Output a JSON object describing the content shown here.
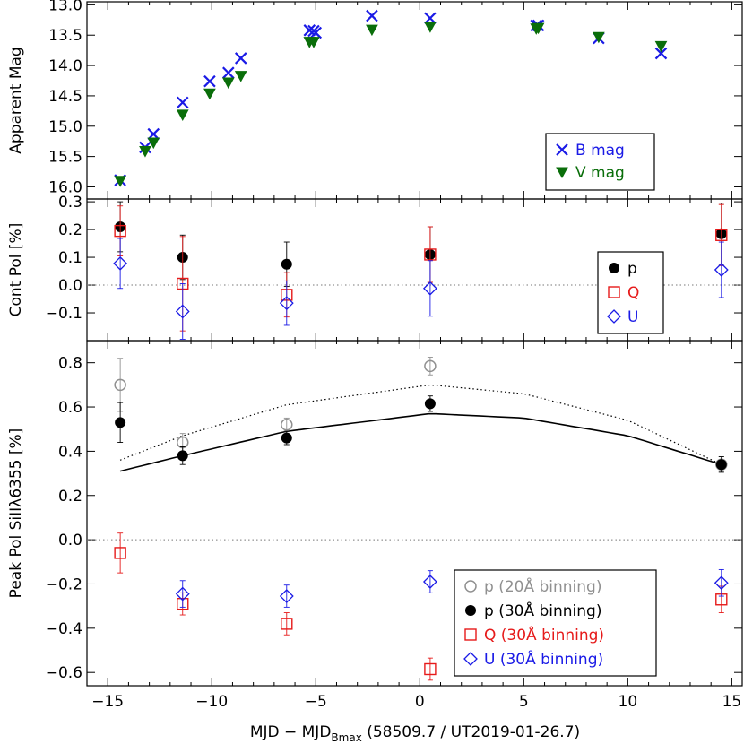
{
  "x_axis": {
    "label_prefix": "MJD − MJD",
    "label_sub": "Bmax",
    "label_suffix": " (58509.7 / UT2019-01-26.7)",
    "range": [
      -16,
      15.5
    ],
    "ticks": [
      -15,
      -10,
      -5,
      0,
      5,
      10,
      15
    ]
  },
  "colors": {
    "blue": "#1a1ae6",
    "green": "#0a6e0a",
    "red": "#e61a1a",
    "gray": "#909090",
    "black": "#000000"
  },
  "chart_data": [
    {
      "type": "scatter",
      "ylabel": "Apparent Mag",
      "ylim": [
        16.2,
        12.95
      ],
      "yticks": [
        13.0,
        13.5,
        14.0,
        14.5,
        15.0,
        15.5,
        16.0
      ],
      "legend_position": "bottom-right",
      "series": [
        {
          "name": "B mag",
          "marker": "x",
          "color": "#1a1ae6",
          "x": [
            -14.4,
            -13.2,
            -12.8,
            -11.4,
            -10.1,
            -9.2,
            -8.6,
            -5.3,
            -5.1,
            -5.0,
            -2.3,
            0.5,
            5.6,
            5.7,
            8.6,
            11.6
          ],
          "y": [
            15.89,
            15.35,
            15.13,
            14.61,
            14.26,
            14.12,
            13.88,
            13.42,
            13.43,
            13.46,
            13.18,
            13.22,
            13.34,
            13.34,
            13.55,
            13.8
          ]
        },
        {
          "name": "V mag",
          "marker": "triangle-down",
          "color": "#0a6e0a",
          "x": [
            -14.4,
            -13.2,
            -12.8,
            -11.4,
            -10.1,
            -9.2,
            -8.6,
            -5.3,
            -5.1,
            -2.3,
            0.5,
            5.6,
            5.7,
            8.6,
            11.6
          ],
          "y": [
            15.9,
            15.41,
            15.27,
            14.81,
            14.46,
            14.28,
            14.17,
            13.61,
            13.61,
            13.41,
            13.36,
            13.39,
            13.38,
            13.53,
            13.68
          ]
        }
      ]
    },
    {
      "type": "scatter",
      "ylabel": "Cont Pol [%]",
      "ylim": [
        -0.2,
        0.31
      ],
      "yticks": [
        -0.1,
        0.0,
        0.1,
        0.2,
        0.3
      ],
      "zero_line": true,
      "legend_position": "right",
      "series": [
        {
          "name": "p",
          "marker": "filled-circle",
          "color": "#000000",
          "x": [
            -14.4,
            -11.4,
            -6.4,
            0.5,
            14.5
          ],
          "y": [
            0.21,
            0.1,
            0.075,
            0.11,
            0.185
          ],
          "err": [
            0.09,
            0.08,
            0.08,
            0.1,
            0.11
          ]
        },
        {
          "name": "Q",
          "marker": "open-square",
          "color": "#e61a1a",
          "x": [
            -14.4,
            -11.4,
            -6.4,
            0.5,
            14.5
          ],
          "y": [
            0.195,
            0.005,
            -0.035,
            0.11,
            0.18
          ],
          "err": [
            0.09,
            0.17,
            0.08,
            0.1,
            0.11
          ]
        },
        {
          "name": "U",
          "marker": "open-diamond",
          "color": "#1a1ae6",
          "x": [
            -14.4,
            -11.4,
            -6.4,
            0.5,
            14.5
          ],
          "y": [
            0.078,
            -0.095,
            -0.065,
            -0.012,
            0.055
          ],
          "err": [
            0.09,
            0.1,
            0.08,
            0.1,
            0.1
          ]
        }
      ]
    },
    {
      "type": "scatter",
      "ylabel": "Peak Pol SiIIλ6355 [%]",
      "ylim": [
        -0.66,
        0.9
      ],
      "yticks": [
        -0.6,
        -0.4,
        -0.2,
        0.0,
        0.2,
        0.4,
        0.6,
        0.8
      ],
      "zero_line": true,
      "legend_position": "bottom-right",
      "series": [
        {
          "name": "p (20Å binning)",
          "marker": "open-circle",
          "color": "#909090",
          "x": [
            -14.4,
            -11.4,
            -6.4,
            0.5,
            14.5
          ],
          "y": [
            0.7,
            0.44,
            0.52,
            0.785,
            0.34
          ],
          "err": [
            0.12,
            0.04,
            0.03,
            0.04,
            0.035
          ]
        },
        {
          "name": "p (30Å binning)",
          "marker": "filled-circle",
          "color": "#000000",
          "x": [
            -14.4,
            -11.4,
            -6.4,
            0.5,
            14.5
          ],
          "y": [
            0.53,
            0.38,
            0.46,
            0.615,
            0.34
          ],
          "err": [
            0.09,
            0.04,
            0.03,
            0.035,
            0.035
          ]
        },
        {
          "name": "Q (30Å binning)",
          "marker": "open-square",
          "color": "#e61a1a",
          "x": [
            -14.4,
            -11.4,
            -6.4,
            0.5,
            14.5
          ],
          "y": [
            -0.06,
            -0.29,
            -0.38,
            -0.585,
            -0.27
          ],
          "err": [
            0.09,
            0.05,
            0.05,
            0.05,
            0.06
          ]
        },
        {
          "name": "U (30Å binning)",
          "marker": "open-diamond",
          "color": "#1a1ae6",
          "x": [
            -14.4,
            -11.4,
            -6.4,
            0.5,
            14.5
          ],
          "y": [
            null,
            -0.245,
            -0.255,
            -0.19,
            -0.195
          ],
          "err": [
            null,
            0.06,
            0.05,
            0.05,
            0.06
          ]
        }
      ],
      "fits": [
        {
          "style": "solid",
          "color": "#000000",
          "x": [
            -14.4,
            -11.4,
            -6.4,
            0.5,
            5,
            10,
            14.5
          ],
          "y": [
            0.31,
            0.38,
            0.49,
            0.57,
            0.55,
            0.47,
            0.34
          ]
        },
        {
          "style": "dotted",
          "color": "#000000",
          "x": [
            -14.4,
            -11.4,
            -6.4,
            0.5,
            5,
            10,
            14.5
          ],
          "y": [
            0.36,
            0.47,
            0.61,
            0.7,
            0.66,
            0.54,
            0.34
          ]
        }
      ]
    }
  ]
}
